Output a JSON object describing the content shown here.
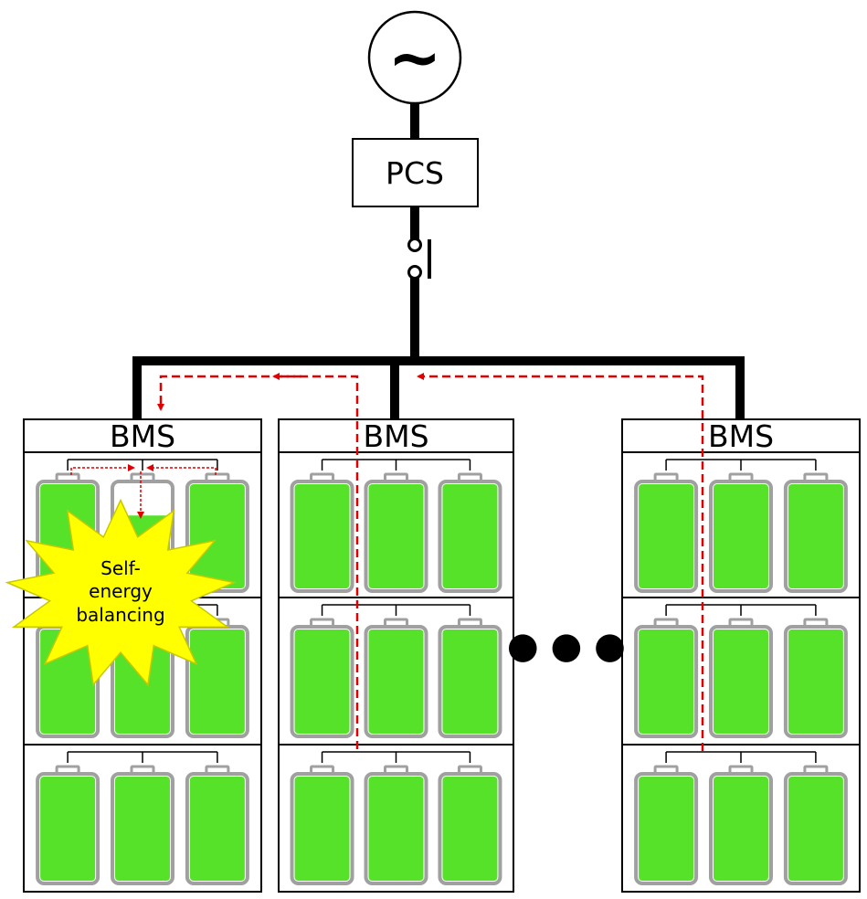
{
  "source": {
    "symbol": "~"
  },
  "pcs": {
    "label": "PCS"
  },
  "racks": [
    {
      "bms_label": "BMS",
      "modules": [
        {
          "cells": [
            0.0,
            0.0,
            0.0
          ]
        },
        {
          "cells": [
            0.0,
            0.0,
            0.0
          ]
        },
        {
          "cells": [
            0.0,
            0.0,
            0.0
          ]
        }
      ],
      "first_module_cells_fill": [
        1.0,
        0.7,
        1.0
      ]
    },
    {
      "bms_label": "BMS"
    },
    {
      "bms_label": "BMS"
    }
  ],
  "continuation": "● ● ●",
  "annotation": {
    "lines": [
      "Self-",
      "energy",
      "balancing"
    ]
  },
  "colors": {
    "cell_fill": "#57e22a",
    "cell_border": "#a0a0a0",
    "bus": "#000000",
    "flow_arrow": "#e00000",
    "burst_fill": "#ffff00",
    "burst_stroke": "#c8c800"
  }
}
